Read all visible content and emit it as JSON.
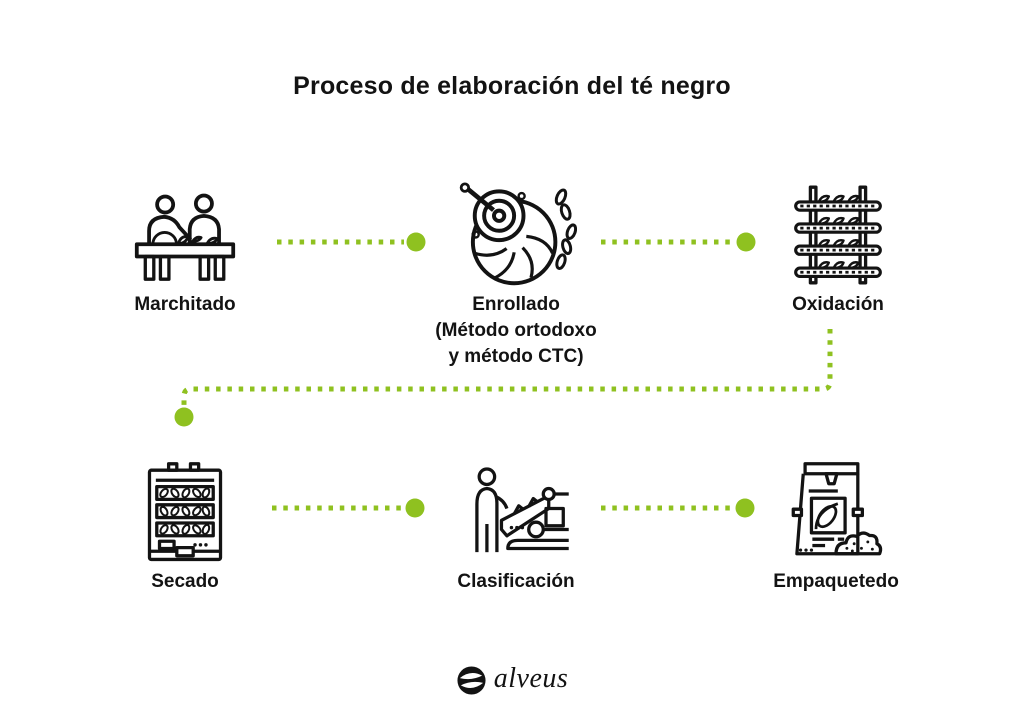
{
  "title": "Proceso de elaboración del té negro",
  "colors": {
    "background": "#FFFFFF",
    "ink": "#131313",
    "accent_green": "#8FC120"
  },
  "steps": [
    {
      "id": "marchitado",
      "label": "Marchitado",
      "icon": "withering-table-icon"
    },
    {
      "id": "enrollado",
      "label": "Enrollado",
      "sublabel_lines": [
        "(Método ortodoxo",
        "y método CTC)"
      ],
      "icon": "rolling-machine-icon"
    },
    {
      "id": "oxidacion",
      "label": "Oxidación",
      "icon": "oxidation-rack-icon"
    },
    {
      "id": "secado",
      "label": "Secado",
      "icon": "drying-oven-icon"
    },
    {
      "id": "clasificacion",
      "label": "Clasificación",
      "icon": "sorting-conveyor-icon"
    },
    {
      "id": "empaquetedo",
      "label": "Empaquetedo",
      "icon": "packaging-bag-icon"
    }
  ],
  "connectors": [
    {
      "from": "Marchitado",
      "to": "Enrollado",
      "style": "dotted-green-arrow-dot"
    },
    {
      "from": "Enrollado",
      "to": "Oxidación",
      "style": "dotted-green-arrow-dot"
    },
    {
      "from": "Oxidación",
      "to": "Secado",
      "style": "dotted-green-elbow-dot"
    },
    {
      "from": "Secado",
      "to": "Clasificación",
      "style": "dotted-green-arrow-dot"
    },
    {
      "from": "Clasificación",
      "to": "Empaquetedo",
      "style": "dotted-green-arrow-dot"
    }
  ],
  "footer": {
    "brand": "alveus"
  }
}
